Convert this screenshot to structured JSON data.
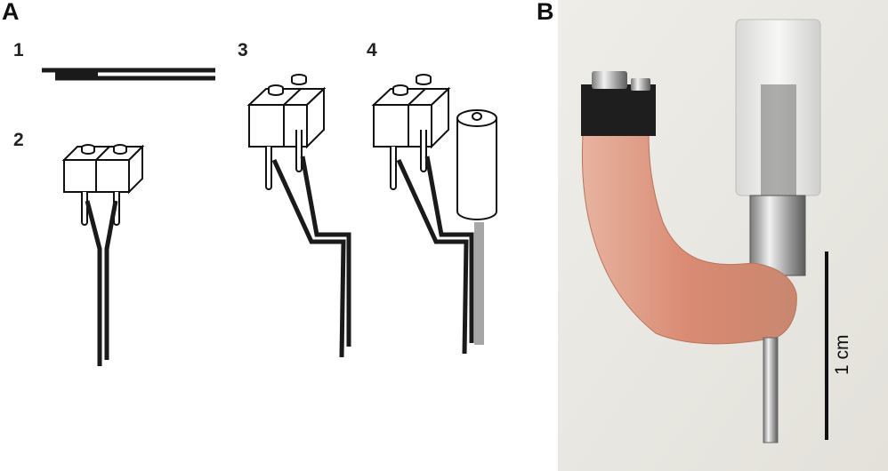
{
  "panels": {
    "a": {
      "letter": "A",
      "steps": [
        "1",
        "2",
        "3",
        "4"
      ]
    },
    "b": {
      "letter": "B",
      "scale_label": "1 cm"
    }
  },
  "colors": {
    "wire": "#1a1a1a",
    "gray_wire": "#a6a6a6",
    "connector_fill": "#ffffff",
    "photo_background": "#e9e7e1",
    "cement": "#d9917b",
    "metal": "#b9b9b9"
  }
}
